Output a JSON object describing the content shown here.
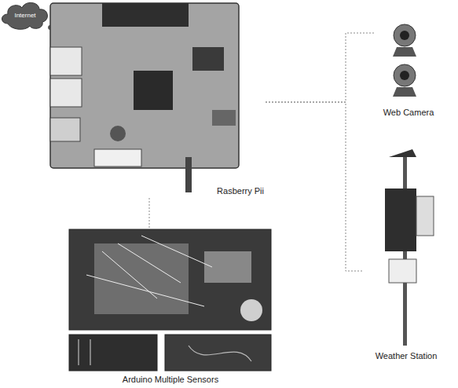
{
  "diagram": {
    "nodes": [
      {
        "text": [
          "Internet"
        ]
      },
      {
        "text": [
          "Rasberry Pii"
        ]
      },
      {
        "text": [
          "Arduino Multiple Sensors"
        ]
      },
      {
        "text": [
          "Web Camera"
        ]
      },
      {
        "text": [
          "Weather Station"
        ]
      }
    ],
    "edges": [
      {
        "from": 1,
        "to": 2,
        "arrow": "none"
      },
      {
        "from": 1,
        "to": 3,
        "arrow": "none"
      },
      {
        "from": 1,
        "to": 4,
        "arrow": "none"
      }
    ]
  }
}
